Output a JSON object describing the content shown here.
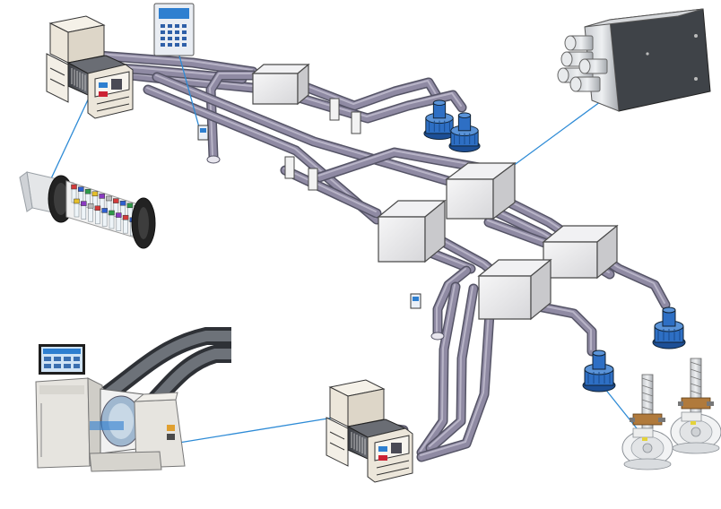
{
  "diagram": {
    "colors": {
      "tube": "#8f8aa3",
      "tube_edge": "#555466",
      "tube_highlight": "#c9c6d6",
      "box_face": "#e3e3e5",
      "box_top": "#f1f1f3",
      "box_side": "#c9c9cc",
      "box_edge": "#4a4a4a",
      "blower": "#2e6fc4",
      "blower_dark": "#1d4f96",
      "callout_line": "#2e8bd6",
      "station_body": "#ece6da",
      "station_dark": "#3a3a3a",
      "panel_blue": "#2e7fd0",
      "station_dark_panel": "#4a4a55",
      "photo_dark": "#2c2c2c",
      "photo_tube": "#50555c",
      "valve_steel": "#9aa0a6",
      "valve_copper": "#b07a3c",
      "cap_red": "#d23a3a",
      "cap_blue": "#2f5fd0",
      "cap_green": "#2f9a4a",
      "cap_yellow": "#e6c02a",
      "cap_purple": "#8a3ac0",
      "cap_gray": "#bbbbbb"
    },
    "components": [
      "sending-receiving-station",
      "diverter-box",
      "blower",
      "control-panel",
      "sample-carrier",
      "multi-port-diverter",
      "station-photo",
      "blower-assembly-photo"
    ]
  }
}
